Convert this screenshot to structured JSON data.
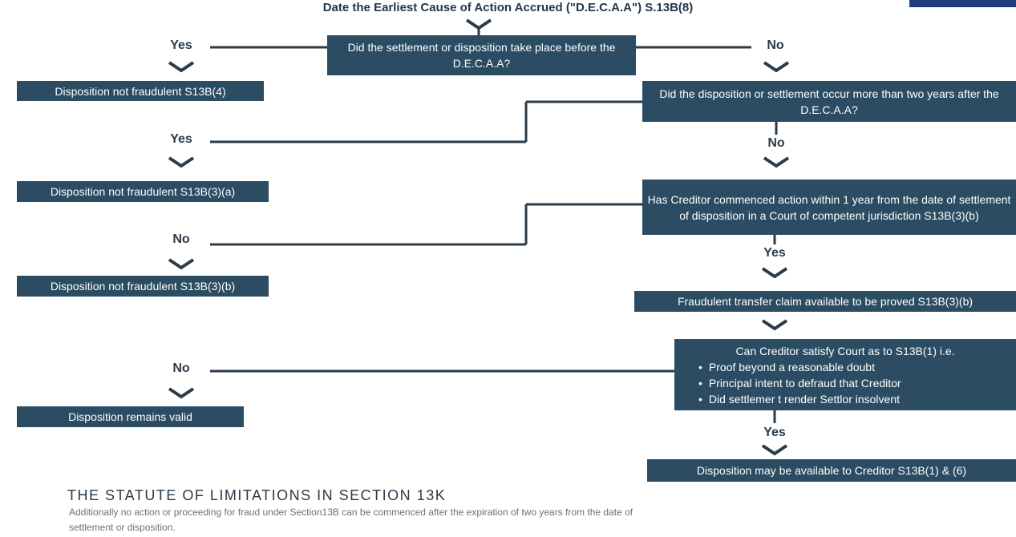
{
  "title": "Date the Earliest Cause of Action Accrued (\"D.E.C.A.A\") S.13B(8)",
  "accent_color": "#2b4c63",
  "corner_color": "#1f3f7a",
  "nodes": {
    "q1": "Did the settlement or disposition take place before the D.E.C.A.A?",
    "r1": "Disposition not fraudulent S13B(4)",
    "q2": "Did the disposition or settlement occur more than two years after the D.E.C.A.A?",
    "r2": "Disposition not fraudulent S13B(3)(a)",
    "q3": "Has Creditor commenced action within 1 year from the date of settlement of disposition in a Court of competent jurisdiction S13B(3)(b)",
    "r3": "Disposition not fraudulent S13B(3)(b)",
    "claim": "Fraudulent transfer claim available to be proved S13B(3)(b)",
    "q4_title": "Can Creditor satisfy Court as to S13B(1) i.e.",
    "q4_bullets": [
      "Proof beyond a reasonable doubt",
      "Principal intent to defraud that Creditor",
      "Did settlemer t render Settlor insolvent"
    ],
    "r4": "Disposition remains valid",
    "final": "Disposition may be available to Creditor S13B(1) & (6)"
  },
  "labels": {
    "yes": "Yes",
    "no": "No"
  },
  "footer": {
    "heading": "THE STATUTE OF LIMITATIONS IN SECTION 13K",
    "body": "Additionally no action or proceeding for fraud under Section13B can be commenced after the expiration of two years from the date of settlement or disposition."
  }
}
